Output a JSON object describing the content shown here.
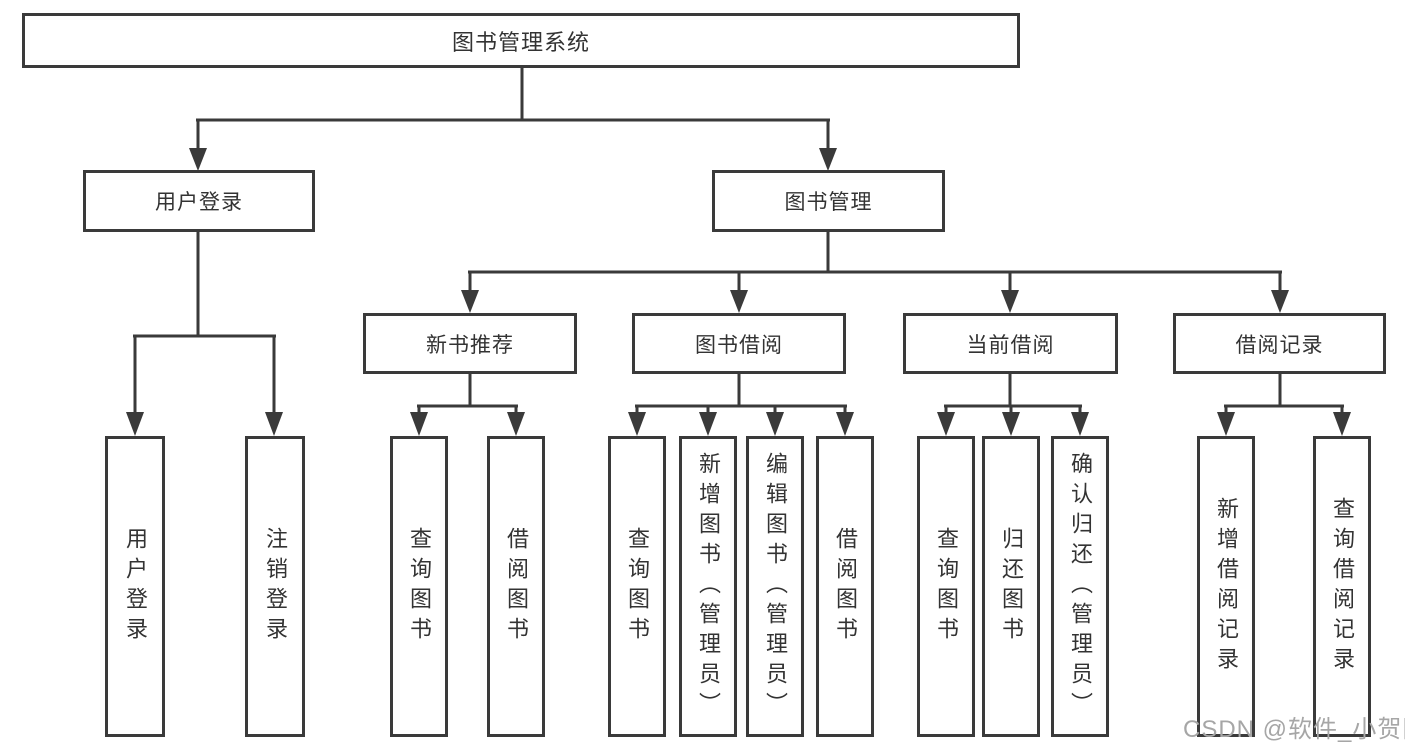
{
  "tree": {
    "root": {
      "label": "图书管理系统"
    },
    "branches": [
      {
        "label": "用户登录",
        "children": [
          {
            "label": "用户登录"
          },
          {
            "label": "注销登录"
          }
        ]
      },
      {
        "label": "图书管理",
        "children": [
          {
            "label": "新书推荐",
            "children": [
              {
                "label": "查询图书"
              },
              {
                "label": "借阅图书"
              }
            ]
          },
          {
            "label": "图书借阅",
            "children": [
              {
                "label": "查询图书"
              },
              {
                "label": "新增图书（管理员）"
              },
              {
                "label": "编辑图书（管理员）"
              },
              {
                "label": "借阅图书"
              }
            ]
          },
          {
            "label": "当前借阅",
            "children": [
              {
                "label": "查询图书"
              },
              {
                "label": "归还图书"
              },
              {
                "label": "确认归还（管理员）"
              }
            ]
          },
          {
            "label": "借阅记录",
            "children": [
              {
                "label": "新增借阅记录"
              },
              {
                "label": "查询借阅记录"
              }
            ]
          }
        ]
      }
    ]
  },
  "watermark": {
    "text": "CSDN @软件_小贺同学",
    "color": "#a6a6a6"
  },
  "colors": {
    "line": "#3a3a3a",
    "text": "#333333",
    "background": "#ffffff"
  }
}
